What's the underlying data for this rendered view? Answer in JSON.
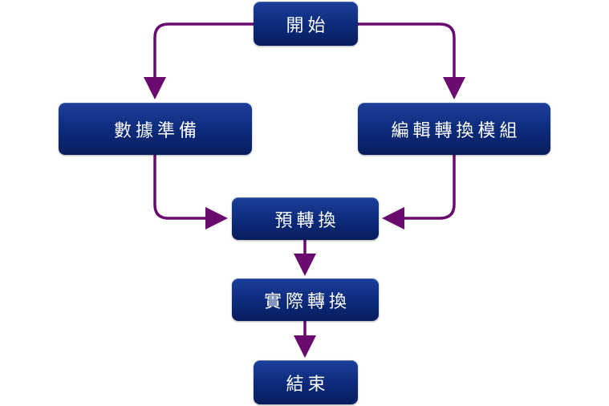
{
  "nodes": {
    "start": "開始",
    "data_prep": "數據準備",
    "edit_module": "編輯轉換模組",
    "pre_convert": "預轉換",
    "actual_convert": "實際轉換",
    "end": "結束"
  },
  "colors": {
    "node_fill": "#0c2a7a",
    "node_text": "#ffffff",
    "connector": "#6a0a6e"
  }
}
